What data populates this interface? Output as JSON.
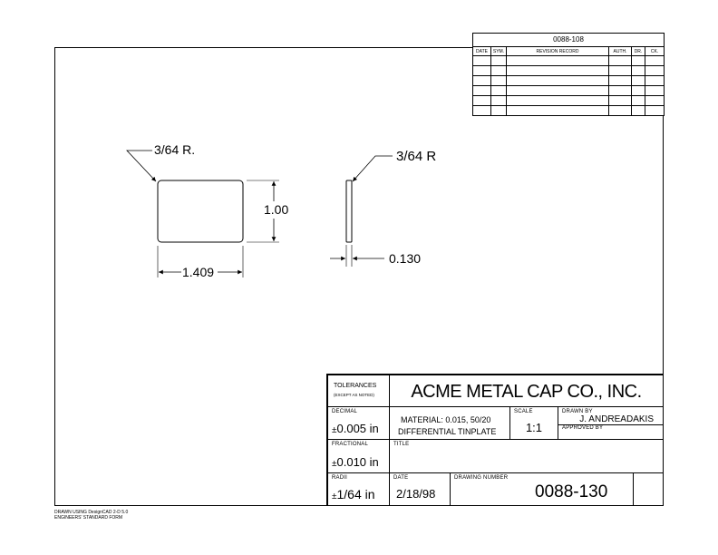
{
  "revision_block": {
    "drawing_ref": "0088-108",
    "headers": [
      "DATE",
      "SYM.",
      "REVISION RECORD",
      "AUTH.",
      "DR.",
      "CK."
    ]
  },
  "dimensions": {
    "corner_radius_left": "3/64 R.",
    "corner_radius_right": "3/64 R",
    "height": "1.00",
    "width": "1.409",
    "thickness": "0.130"
  },
  "title_block": {
    "tolerances_label": "TOLERANCES",
    "tolerances_note": "(EXCEPT AS NOTED)",
    "company": "ACME METAL CAP CO., INC.",
    "decimal_label": "DECIMAL",
    "decimal_value": "0.005 in",
    "material_line1": "MATERIAL: 0.015, 50/20",
    "material_line2": "DIFFERENTIAL TINPLATE",
    "scale_label": "SCALE",
    "scale_value": "1:1",
    "drawn_by_label": "DRAWN BY",
    "drawn_by_value": "J. ANDREADAKIS",
    "approved_by_label": "APPROVED BY",
    "fractional_label": "FRACTIONAL",
    "fractional_value": "0.010 in",
    "title_label": "TITLE",
    "radii_label": "RADII",
    "radii_value": "1/64 in",
    "date_label": "DATE",
    "date_value": "2/18/98",
    "drawing_number_label": "DRAWING NUMBER",
    "drawing_number_value": "0088-130",
    "plus_minus": "±"
  },
  "footer": {
    "line1": "DRAWN USING DesignCAD 2-D 5.0",
    "line2": "ENGINEERS' STANDARD FORM"
  }
}
